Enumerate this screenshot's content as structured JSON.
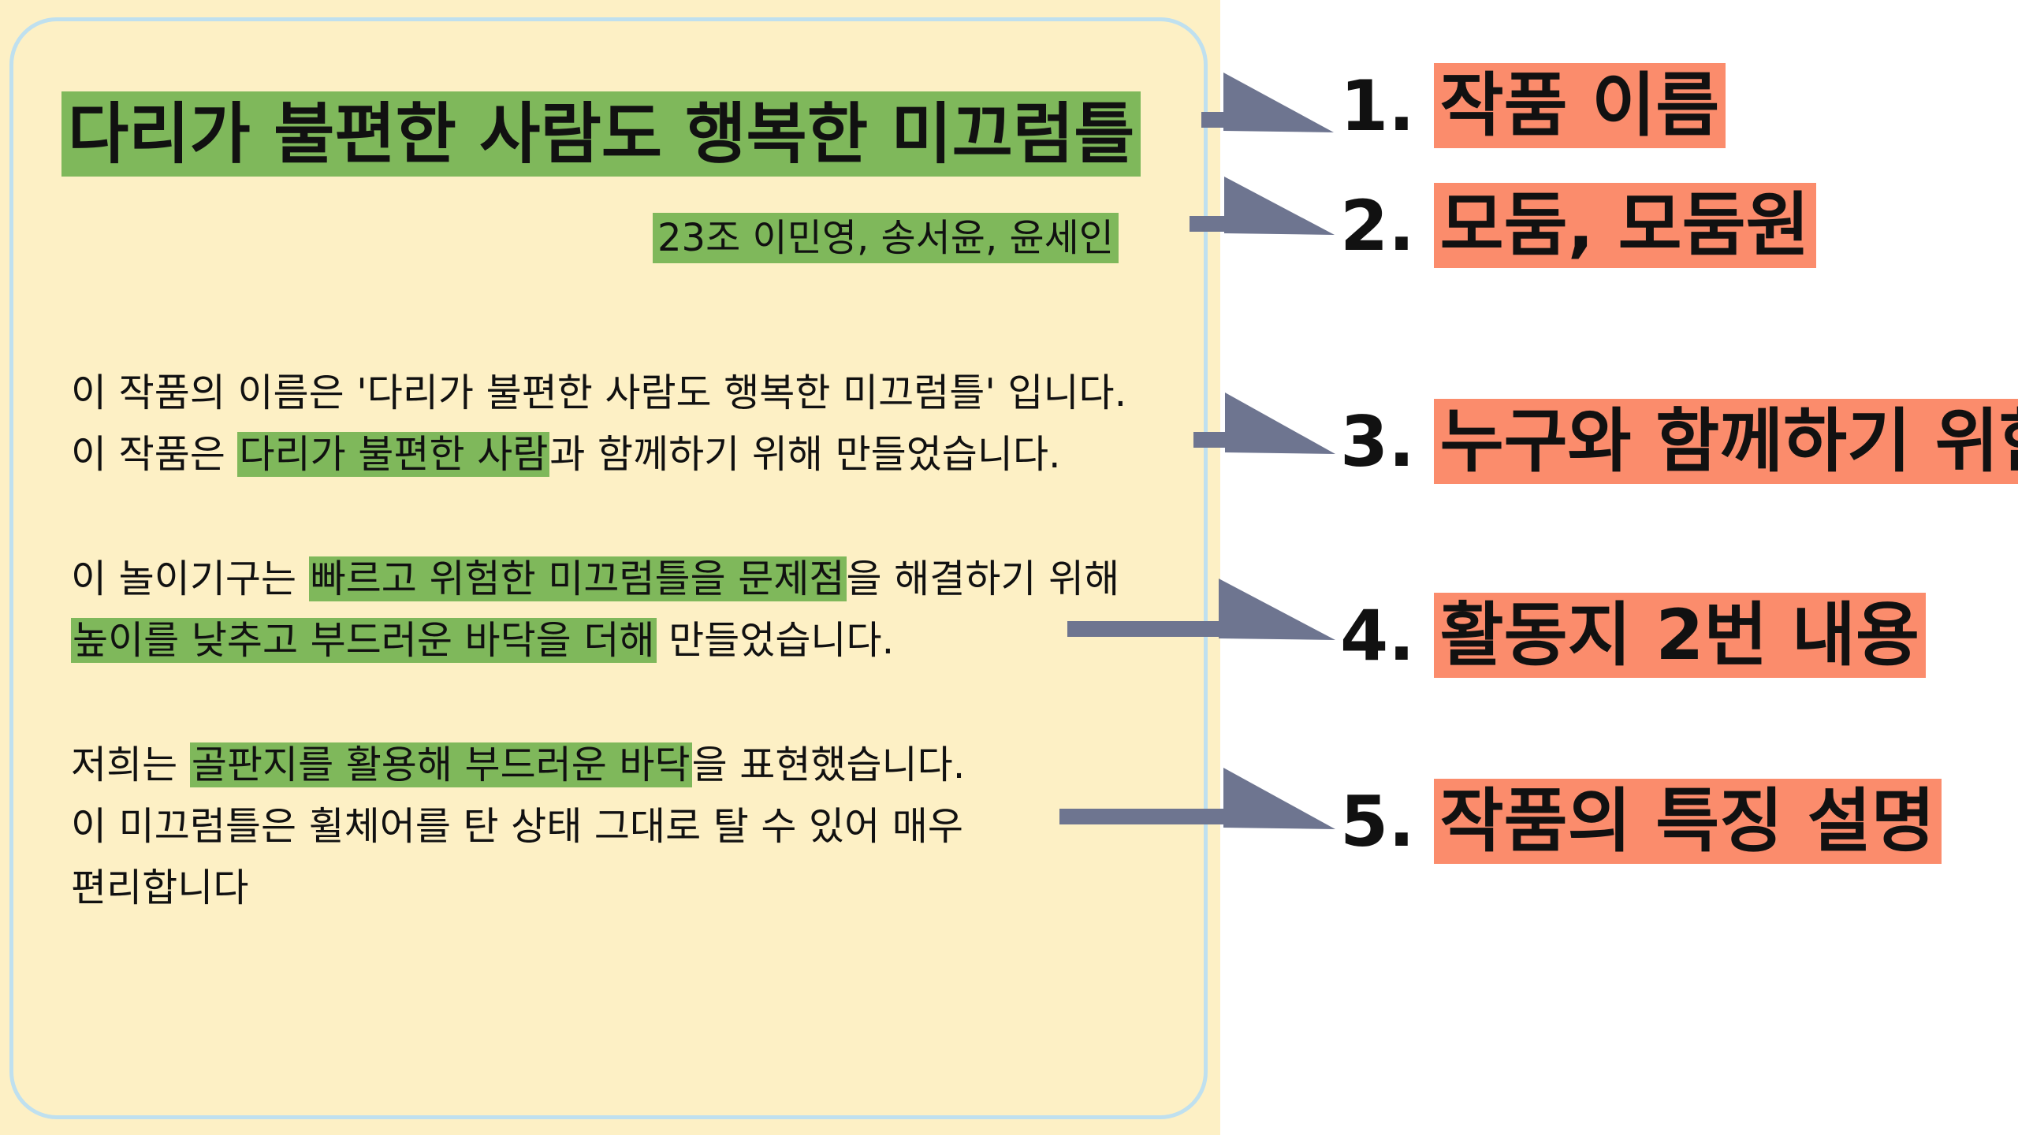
{
  "title": "다리가 불편한 사람도 행복한 미끄럼틀",
  "group": "23조 이민영, 송서윤, 윤세인",
  "para1": {
    "line1": "이 작품의 이름은 '다리가 불편한 사람도 행복한 미끄럼틀' 입니다.",
    "line2_pre": "이 작품은 ",
    "line2_hl": "다리가 불편한 사람",
    "line2_post": "과 함께하기 위해 만들었습니다."
  },
  "para2": {
    "line1_pre": "이 놀이기구는 ",
    "line1_hl": "빠르고 위험한 미끄럼틀을 문제점",
    "line1_post": "을 해결하기 위해",
    "line2_hl": "높이를 낮추고 부드러운 바닥을 더해",
    "line2_post": " 만들었습니다."
  },
  "para3": {
    "line1_pre": "저희는 ",
    "line1_hl": "골판지를 활용해 부드러운 바닥",
    "line1_post": "을 표현했습니다.",
    "line2": "이 미끄럼틀은 휠체어를 탄 상태 그대로 탈 수 있어 매우",
    "line3": "편리합니다"
  },
  "labels": [
    {
      "num": "1.",
      "text": "작품 이름"
    },
    {
      "num": "2.",
      "text": "모둠, 모둠원"
    },
    {
      "num": "3.",
      "text": "누구와 함께하기 위한"
    },
    {
      "num": "4.",
      "text": "활동지 2번 내용"
    },
    {
      "num": "5.",
      "text": "작품의 특징 설명"
    }
  ],
  "colors": {
    "panel": "#fdf0c5",
    "card_border": "#bfe0ef",
    "highlight_green": "#7fb85b",
    "label_orange": "#fb8c6c",
    "arrow": "#6e7590"
  }
}
